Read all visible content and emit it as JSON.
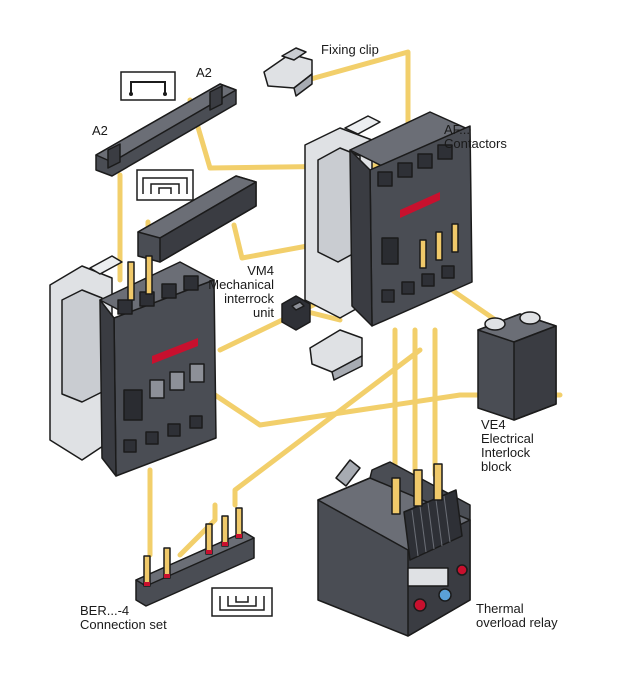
{
  "labels": {
    "fixing_clip": "Fixing clip",
    "a2_top": "A2",
    "a2_left": "A2",
    "af_line1": "AF...",
    "af_line2": "Contactors",
    "vm4_line1": "VM4",
    "vm4_line2": "Mechanical",
    "vm4_line3": "interrock",
    "vm4_line4": "unit",
    "ve4_line1": "VE4",
    "ve4_line2": "Electrical",
    "ve4_line3": "Interlock",
    "ve4_line4": "block",
    "ber_line1": "BER...-4",
    "ber_line2": "Connection set",
    "thermal_line1": "Thermal",
    "thermal_line2": "overload relay"
  },
  "colors": {
    "guide_line": "#f2cf6b",
    "housing_dark": "#4a4d54",
    "housing_light": "#dfe1e4",
    "accent_red": "#c8102e",
    "outline": "#1b1b1b",
    "copper_pin": "#f0c96a"
  },
  "icons": [
    "a2-link-icon",
    "a2-bridge-icon",
    "ber-busbar-icon"
  ]
}
